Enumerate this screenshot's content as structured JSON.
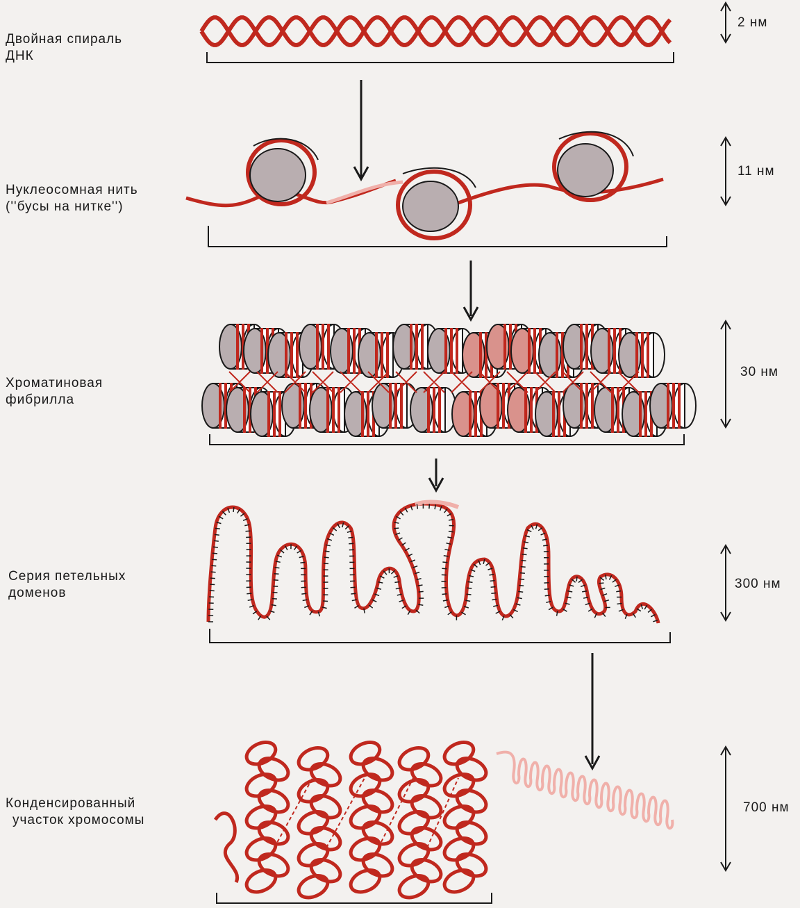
{
  "levels": [
    {
      "label_line1": "Двойная спираль",
      "label_line2": "ДНК",
      "size": "2 нм"
    },
    {
      "label_line1": "Нуклеосомная нить",
      "label_line2": "(''бусы на нитке'')",
      "size": "11 нм"
    },
    {
      "label_line1": "Хроматиновая",
      "label_line2": "фибрилла",
      "size": "30 нм"
    },
    {
      "label_line1": "Серия петельных",
      "label_line2": "доменов",
      "size": "300 нм"
    },
    {
      "label_line1": "Конденсированный",
      "label_line2": "участок хромосомы",
      "size": "700 нм"
    }
  ],
  "colors": {
    "dna_red": "#c0281e",
    "light_red": "#f0b0aa",
    "histone_gray": "#b9aeb0",
    "line": "#1a1a1a"
  }
}
